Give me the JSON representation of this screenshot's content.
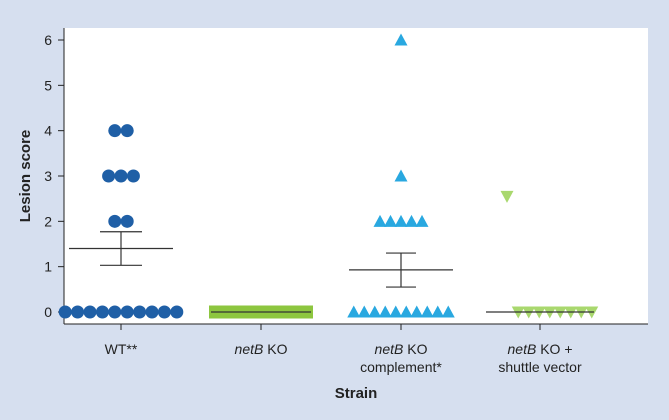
{
  "chart_data": {
    "type": "scatter",
    "title": "",
    "xlabel": "Strain",
    "ylabel": "Lesion score",
    "ylim": [
      -0.2,
      6.3
    ],
    "yticks": [
      "0",
      "1",
      "2",
      "3",
      "4",
      "5",
      "6"
    ],
    "grid": false,
    "colors": {
      "background": "#d6dfef",
      "plot_area": "#ffffff",
      "wt": "#1f5fa6",
      "netb_ko": "#8dc63f",
      "complement": "#29a8e0",
      "shuttle": "#a9d86e"
    },
    "categories": [
      {
        "key": "wt",
        "label_lines": [
          {
            "plain": "WT**",
            "italic": ""
          }
        ]
      },
      {
        "key": "ko",
        "label_lines": [
          {
            "plain": " KO",
            "italic": "netB"
          }
        ]
      },
      {
        "key": "comp",
        "label_lines": [
          {
            "plain": " KO",
            "italic": "netB"
          },
          {
            "plain": "complement*",
            "italic": ""
          }
        ]
      },
      {
        "key": "shuttle",
        "label_lines": [
          {
            "plain": " KO +",
            "italic": "netB"
          },
          {
            "plain": "shuttle vector",
            "italic": ""
          }
        ]
      }
    ],
    "series": [
      {
        "category": "WT**",
        "marker": "circle",
        "color": "#1f5fa6",
        "values": [
          4,
          4,
          3,
          3,
          3,
          2,
          2,
          0,
          0,
          0,
          0,
          0,
          0,
          0,
          0,
          0,
          0
        ],
        "mean": 1.4,
        "sem": [
          1.03,
          1.77
        ]
      },
      {
        "category": "netB KO",
        "marker": "bar",
        "color": "#8dc63f",
        "values": [
          0,
          0,
          0,
          0,
          0,
          0,
          0,
          0,
          0,
          0,
          0,
          0,
          0,
          0,
          0,
          0,
          0
        ],
        "mean": 0,
        "sem": [
          0,
          0
        ]
      },
      {
        "category": "netB KO complement*",
        "marker": "triangle-up",
        "color": "#29a8e0",
        "values": [
          6,
          3,
          2,
          2,
          2,
          2,
          2,
          0,
          0,
          0,
          0,
          0,
          0,
          0,
          0,
          0,
          0
        ],
        "mean": 0.93,
        "sem": [
          0.55,
          1.3
        ]
      },
      {
        "category": "netB KO + shuttle vector",
        "marker": "triangle-down",
        "color": "#a9d86e",
        "values": [
          2.55,
          0,
          0,
          0,
          0,
          0,
          0,
          0,
          0
        ],
        "mean": 0,
        "sem": [
          0,
          0
        ]
      }
    ]
  }
}
